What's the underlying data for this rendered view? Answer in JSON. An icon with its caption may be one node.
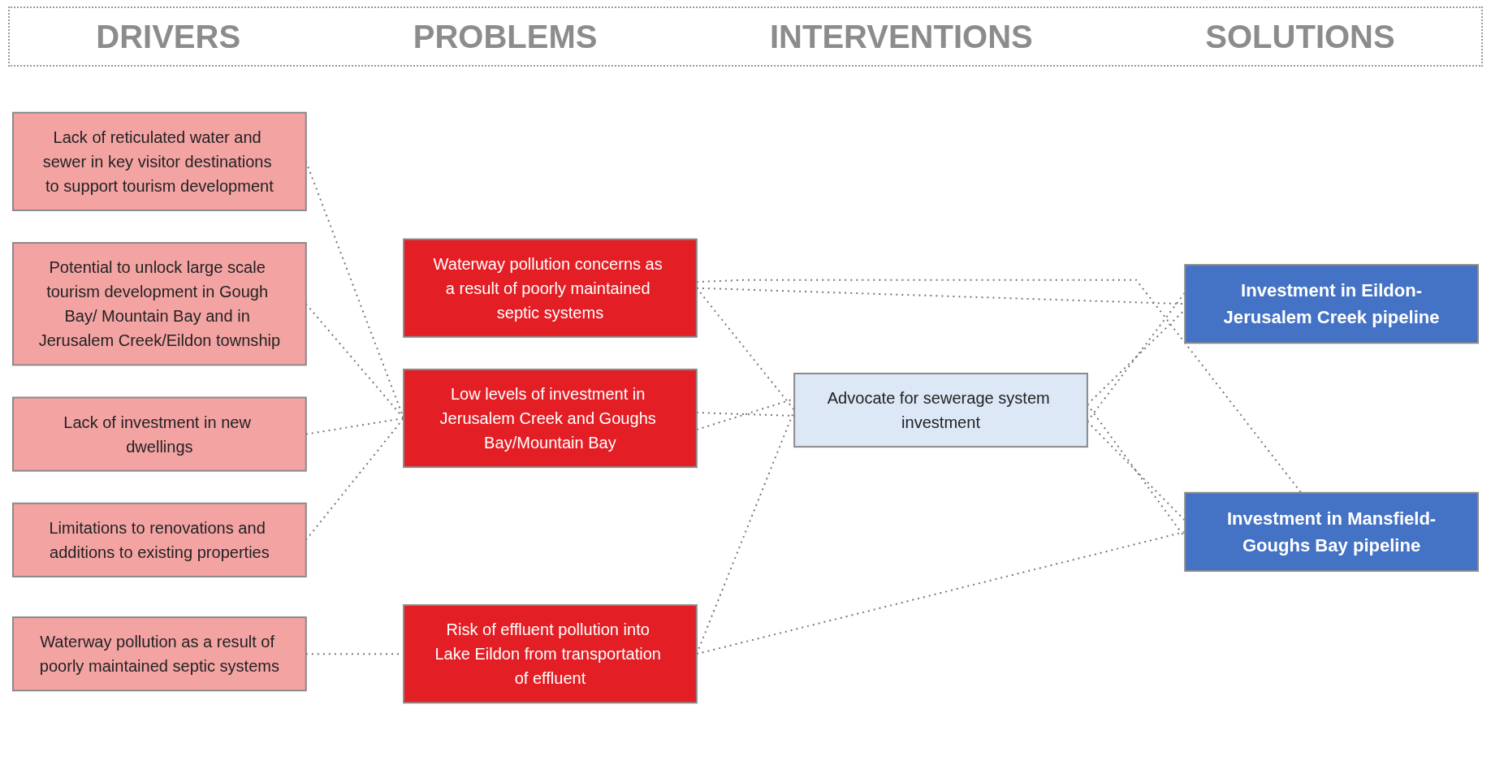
{
  "diagram": {
    "nodes": [
      {
        "text": [
          "Lack of reticulated water and sewer in key visitor destinations to support tourism development"
        ]
      },
      {
        "text": [
          "Potential to unlock large scale tourism development in Gough Bay/ Mountain Bay and in Jerusalem Creek/Eildon township"
        ]
      },
      {
        "text": [
          "Lack of investment in new dwellings"
        ]
      },
      {
        "text": [
          "Limitations to renovations and additions to existing properties"
        ]
      },
      {
        "text": [
          "Waterway pollution as a result of poorly maintained septic systems"
        ]
      },
      {
        "text": [
          "Waterway pollution concerns as a result of poorly maintained septic systems"
        ]
      },
      {
        "text": [
          "Low levels of investment in Jerusalem Creek and Goughs Bay/Mountain Bay"
        ]
      },
      {
        "text": [
          "Risk of effluent pollution into Lake Eildon from transportation of effluent"
        ]
      },
      {
        "text": [
          "Advocate for sewerage system investment"
        ]
      },
      {
        "text": [
          "Investment in Eildon-Jerusalem Creek pipeline"
        ]
      },
      {
        "text": [
          "Investment in Mansfield-Goughs Bay pipeline"
        ]
      }
    ],
    "edges": [
      {
        "from": 0,
        "to": 6,
        "arrow": "none",
        "style": "dashed"
      },
      {
        "from": 1,
        "to": 6,
        "arrow": "none",
        "style": "dashed"
      },
      {
        "from": 2,
        "to": 6,
        "arrow": "none",
        "style": "dashed"
      },
      {
        "from": 3,
        "to": 6,
        "arrow": "none",
        "style": "dashed"
      },
      {
        "from": 4,
        "to": 7,
        "arrow": "none",
        "style": "dashed"
      },
      {
        "from": 5,
        "to": 9,
        "arrow": "none",
        "style": "dashed"
      },
      {
        "from": 5,
        "to": 10,
        "arrow": "none",
        "style": "dashed"
      },
      {
        "from": 5,
        "to": 8,
        "arrow": "none",
        "style": "dashed"
      },
      {
        "from": 6,
        "to": 8,
        "arrow": "none",
        "style": "dashed"
      },
      {
        "from": 6,
        "to": 8,
        "arrow": "none",
        "style": "dashed"
      },
      {
        "from": 7,
        "to": 8,
        "arrow": "none",
        "style": "dashed"
      },
      {
        "from": 7,
        "to": 10,
        "arrow": "none",
        "style": "dashed"
      },
      {
        "from": 8,
        "to": 9,
        "arrow": "none",
        "style": "dashed"
      },
      {
        "from": 8,
        "to": 9,
        "arrow": "none",
        "style": "dashed"
      },
      {
        "from": 8,
        "to": 10,
        "arrow": "none",
        "style": "dashed"
      },
      {
        "from": 8,
        "to": 10,
        "arrow": "none",
        "style": "dashed"
      }
    ],
    "labels": [
      "DRIVERS",
      "PROBLEMS",
      "INTERVENTIONS",
      "SOLUTIONS"
    ]
  }
}
